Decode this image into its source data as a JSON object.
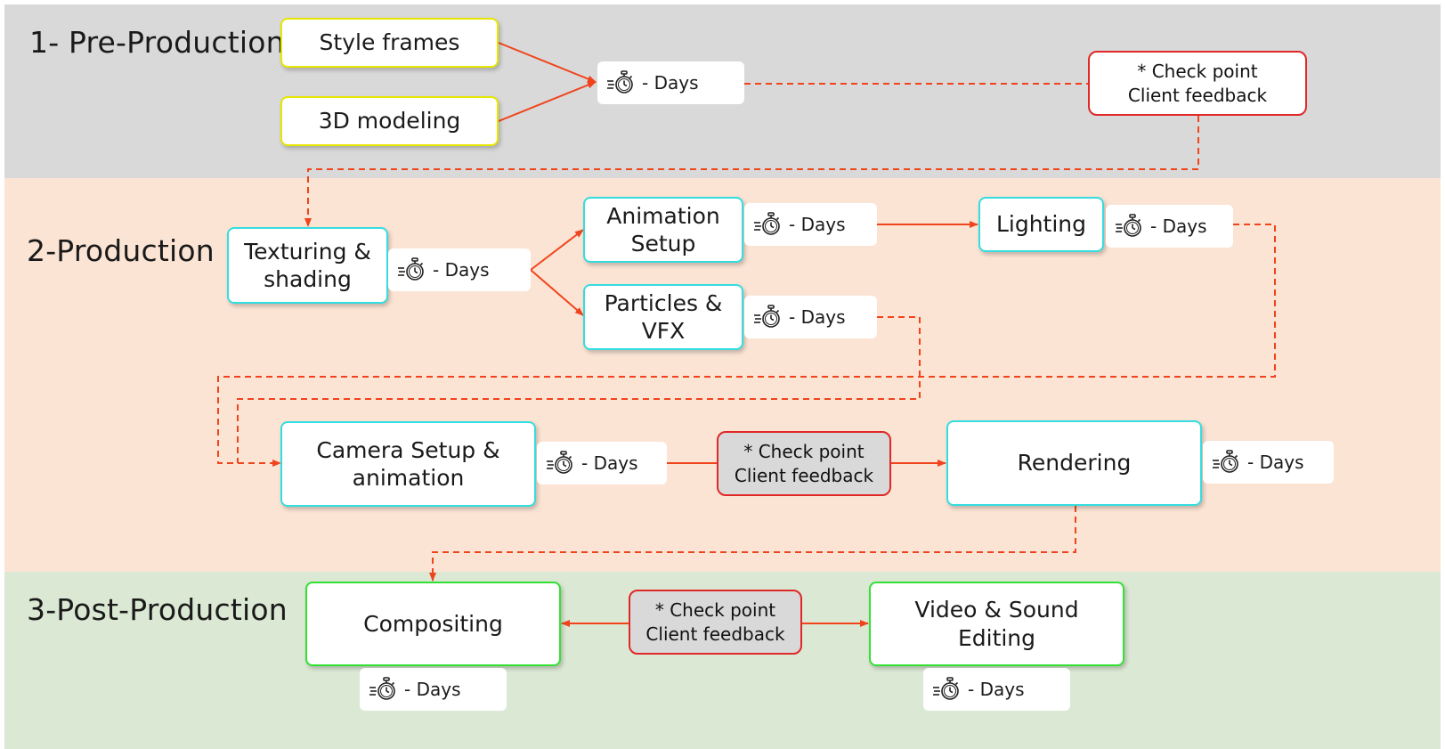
{
  "stages": {
    "pre": "1- Pre-Production",
    "production": "2-Production",
    "post": "3-Post-Production"
  },
  "tasks": {
    "style_frames": "Style frames",
    "modeling": "3D modeling",
    "texturing": "Texturing &\nshading",
    "animation_setup": "Animation\nSetup",
    "particles": "Particles &\nVFX",
    "lighting": "Lighting",
    "camera": "Camera Setup &\nanimation",
    "rendering": "Rendering",
    "compositing": "Compositing",
    "video_sound": "Video & Sound\nEditing"
  },
  "duration_label": "- Days",
  "checkpoint_label": "* Check point\nClient feedback",
  "colors": {
    "pre_band": "#d9d9d9",
    "production_band": "#fbe4d4",
    "post_band": "#dbe8d4",
    "pre_task_border": "#e6e600",
    "production_task_border": "#35dde0",
    "post_task_border": "#34e034",
    "checkpoint_border": "#e02828",
    "connector": "#f0441c"
  }
}
